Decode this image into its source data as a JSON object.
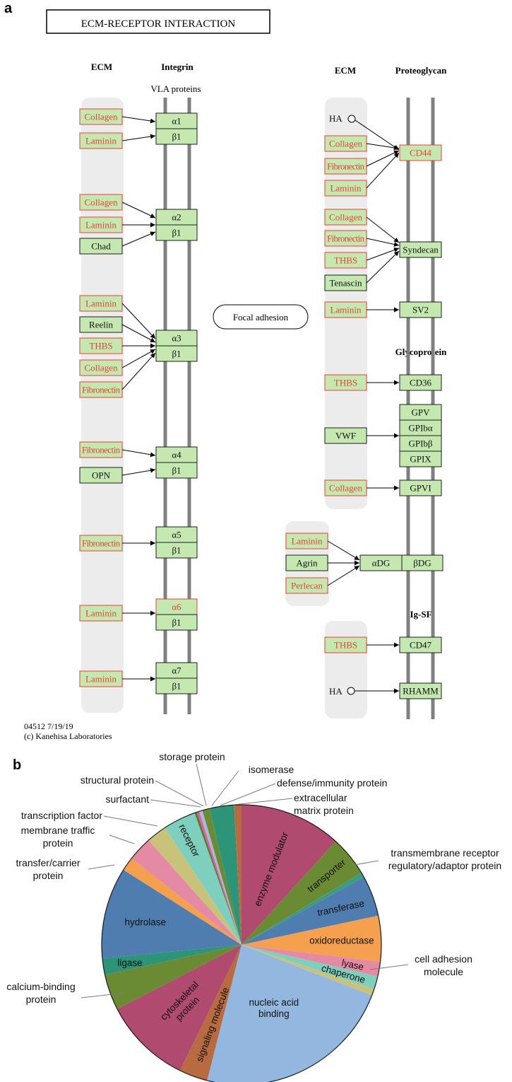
{
  "panel_a": {
    "label": "a",
    "title": "ECM-RECEPTOR  INTERACTION",
    "left_headers": {
      "ecm": "ECM",
      "integrin": "Integrin",
      "vla": "VLA proteins"
    },
    "right_headers": {
      "ecm": "ECM",
      "proteoglycan": "Proteoglycan",
      "glycoprotein": "Glycoprotein",
      "igsf": "Ig-SF"
    },
    "focal_adhesion": "Focal adhesion",
    "footer_line1": "04512 7/19/19",
    "footer_line2": "(c) Kanehisa Laboratories",
    "integrin_groups": [
      {
        "alpha": "α1",
        "beta": "β1",
        "ligands": [
          {
            "label": "Collagen",
            "hit": true
          },
          {
            "label": "Laminin",
            "hit": true
          }
        ]
      },
      {
        "alpha": "α2",
        "beta": "β1",
        "ligands": [
          {
            "label": "Collagen",
            "hit": true
          },
          {
            "label": "Laminin",
            "hit": true
          },
          {
            "label": "Chad",
            "hit": false
          }
        ]
      },
      {
        "alpha": "α3",
        "beta": "β1",
        "ligands": [
          {
            "label": "Laminin",
            "hit": true
          },
          {
            "label": "Reelin",
            "hit": false
          },
          {
            "label": "THBS",
            "hit": true
          },
          {
            "label": "Collagen",
            "hit": true
          },
          {
            "label": "Fibronectin",
            "hit": true
          }
        ]
      },
      {
        "alpha": "α4",
        "beta": "β1",
        "ligands": [
          {
            "label": "Fibronectin",
            "hit": true
          },
          {
            "label": "OPN",
            "hit": false
          }
        ]
      },
      {
        "alpha": "α5",
        "beta": "β1",
        "ligands": [
          {
            "label": "Fibronectin",
            "hit": true
          }
        ]
      },
      {
        "alpha": "α6",
        "alpha_hit": true,
        "beta": "β1",
        "ligands": [
          {
            "label": "Laminin",
            "hit": true
          }
        ]
      },
      {
        "alpha": "α7",
        "beta": "β1",
        "ligands": [
          {
            "label": "Laminin",
            "hit": true
          }
        ]
      }
    ],
    "proteoglycan": {
      "cd44": {
        "label": "CD44",
        "ligands": [
          {
            "label": "HA",
            "circle": true
          },
          {
            "label": "Collagen",
            "hit": true
          },
          {
            "label": "Fibronectin",
            "hit": true
          },
          {
            "label": "Laminin",
            "hit": true
          }
        ]
      },
      "syndecan": {
        "label": "Syndecan",
        "ligands": [
          {
            "label": "Collagen",
            "hit": true
          },
          {
            "label": "Fibronectin",
            "hit": true
          },
          {
            "label": "THBS",
            "hit": true
          },
          {
            "label": "Tenascin",
            "hit": false
          }
        ]
      },
      "sv2": {
        "label": "SV2",
        "ligands": [
          {
            "label": "Laminin",
            "hit": true
          }
        ]
      }
    },
    "glycoprotein": {
      "cd36": {
        "label": "CD36",
        "ligand": {
          "label": "THBS",
          "hit": true
        }
      },
      "gpv_complex": {
        "labels": [
          "GPV",
          "GPIbα",
          "GPIbβ",
          "GPIX"
        ],
        "ligand": {
          "label": "VWF",
          "hit": false
        }
      },
      "gpvi": {
        "label": "GPVI",
        "ligand": {
          "label": "Collagen",
          "hit": true
        }
      }
    },
    "dystroglycan": {
      "alpha": "αDG",
      "beta": "βDG",
      "ligands": [
        {
          "label": "Laminin",
          "hit": true
        },
        {
          "label": "Agrin",
          "hit": false
        },
        {
          "label": "Perlecan",
          "hit": true
        }
      ]
    },
    "igsf": {
      "cd47": {
        "label": "CD47",
        "ligand": {
          "label": "THBS",
          "hit": true
        }
      },
      "rhamm": {
        "label": "RHAMM",
        "ligand": {
          "label": "HA",
          "circle": true
        }
      }
    }
  },
  "panel_b": {
    "label": "b",
    "chart_data": {
      "type": "pie",
      "start_angle_deg": -90,
      "slices": [
        {
          "name": "enzyme modulator",
          "value": 12.5,
          "color": "#b04a6e",
          "inside": true
        },
        {
          "name": "transporter",
          "value": 4.9,
          "color": "#6b8a34",
          "inside": true
        },
        {
          "name": "transmembrane receptor regulatory/adaptor protein",
          "value": 0.6,
          "color": "#3b9c82",
          "inside": false
        },
        {
          "name": "transferase",
          "value": 5.0,
          "color": "#4f7db0",
          "inside": true
        },
        {
          "name": "oxidoreductase",
          "value": 5.6,
          "color": "#f4a04e",
          "inside": true
        },
        {
          "name": "lyase",
          "value": 1.8,
          "color": "#e48aa4",
          "inside": true
        },
        {
          "name": "chaperone",
          "value": 1.6,
          "color": "#7fcfbe",
          "inside": true
        },
        {
          "name": "cell adhesion molecule",
          "value": 0.8,
          "color": "#c9c27a",
          "inside": false
        },
        {
          "name": "nucleic acid binding",
          "value": 24.5,
          "color": "#94b7e0",
          "inside": true
        },
        {
          "name": "signaling molecule",
          "value": 3.5,
          "color": "#b86a40",
          "inside": true
        },
        {
          "name": "cytoskeletal protein",
          "value": 10.8,
          "color": "#b04a6e",
          "inside": true
        },
        {
          "name": "calcium-binding protein",
          "value": 4.4,
          "color": "#6b8a34",
          "inside": false
        },
        {
          "name": "ligase",
          "value": 2.0,
          "color": "#2e9478",
          "inside": true
        },
        {
          "name": "hydrolase",
          "value": 11.2,
          "color": "#4f7db0",
          "inside": true
        },
        {
          "name": "transfer/carrier protein",
          "value": 1.7,
          "color": "#f4a04e",
          "inside": false
        },
        {
          "name": "membrane traffic protein",
          "value": 3.0,
          "color": "#e48aa4",
          "inside": false
        },
        {
          "name": "transcription factor",
          "value": 2.5,
          "color": "#c9c27a",
          "inside": false
        },
        {
          "name": "receptor",
          "value": 4.0,
          "color": "#7fcfbe",
          "inside": true
        },
        {
          "name": "surfactant",
          "value": 0.3,
          "color": "#5a7a3a",
          "inside": false
        },
        {
          "name": "structural protein",
          "value": 0.3,
          "color": "#e4609a",
          "inside": false
        },
        {
          "name": "storage protein",
          "value": 0.4,
          "color": "#a8b8de",
          "inside": false
        },
        {
          "name": "isomerase",
          "value": 0.9,
          "color": "#6b8a34",
          "inside": false
        },
        {
          "name": "defense/immunity protein",
          "value": 3.0,
          "color": "#2e9478",
          "inside": false
        },
        {
          "name": "extracellular matrix protein",
          "value": 0.9,
          "color": "#b86a40",
          "inside": false
        }
      ]
    },
    "outside_labels": [
      {
        "key": "storage",
        "lines": [
          "storage protein"
        ]
      },
      {
        "key": "isomerase",
        "lines": [
          "isomerase"
        ]
      },
      {
        "key": "structural",
        "lines": [
          "structural protein"
        ]
      },
      {
        "key": "defense",
        "lines": [
          "defense/immunity protein"
        ]
      },
      {
        "key": "surfactant",
        "lines": [
          "surfactant"
        ]
      },
      {
        "key": "ecm",
        "lines": [
          "extracellular",
          "matrix protein"
        ]
      },
      {
        "key": "tf",
        "lines": [
          "transcription factor"
        ]
      },
      {
        "key": "mtp",
        "lines": [
          "membrane traffic",
          "protein"
        ]
      },
      {
        "key": "tcp",
        "lines": [
          "transfer/carrier",
          "protein"
        ]
      },
      {
        "key": "tmr",
        "lines": [
          "transmembrane receptor",
          "regulatory/adaptor protein"
        ]
      },
      {
        "key": "cam",
        "lines": [
          "cell adhesion",
          "molecule"
        ]
      },
      {
        "key": "cbp",
        "lines": [
          "calcium-binding",
          "protein"
        ]
      }
    ],
    "inside_labels": [
      {
        "text": "enzyme modulator"
      },
      {
        "text": "transporter"
      },
      {
        "text": "transferase"
      },
      {
        "text": "oxidoreductase"
      },
      {
        "text": "lyase"
      },
      {
        "text": "chaperone"
      },
      {
        "lines": [
          "nucleic acid",
          "binding"
        ]
      },
      {
        "text": "signaling molecule"
      },
      {
        "lines": [
          "cytoskeletal",
          "protein"
        ]
      },
      {
        "text": "ligase"
      },
      {
        "text": "hydrolase"
      },
      {
        "text": "receptor"
      }
    ]
  }
}
